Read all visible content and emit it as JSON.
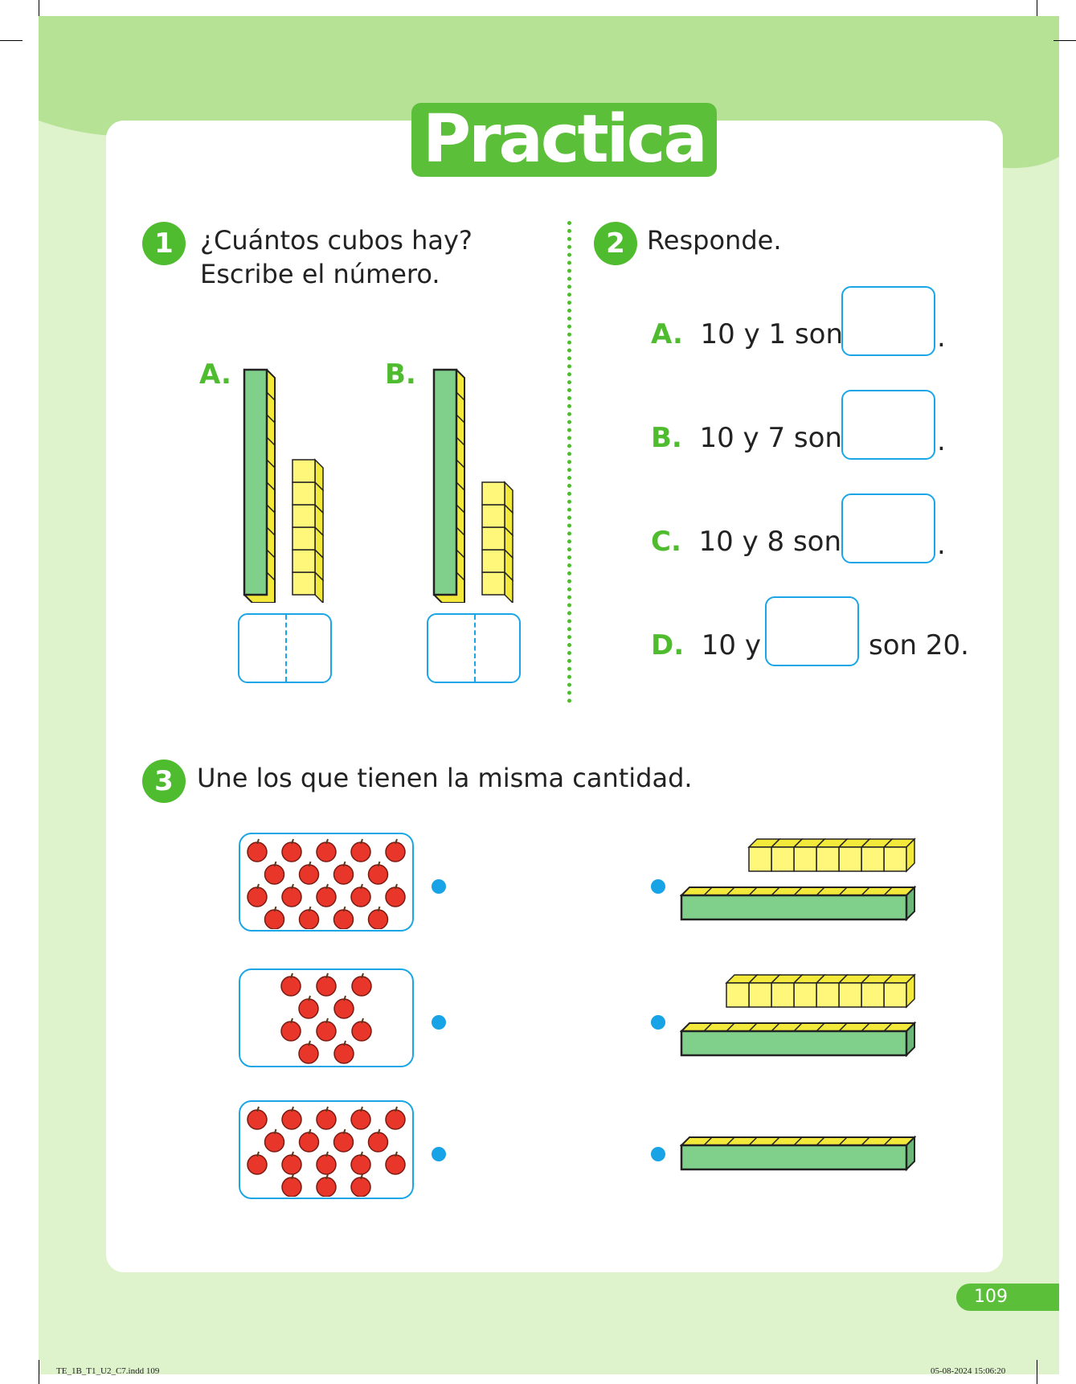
{
  "title": "Practica",
  "q1": {
    "number": "1",
    "line1": "¿Cuántos cubos hay?",
    "line2": "Escribe el número.",
    "items": [
      {
        "label": "A.",
        "tens": 1,
        "ones": 6
      },
      {
        "label": "B.",
        "tens": 1,
        "ones": 5
      }
    ]
  },
  "q2": {
    "number": "2",
    "prompt": "Responde.",
    "items": [
      {
        "label": "A.",
        "before": "10 y 1 son",
        "after": "."
      },
      {
        "label": "B.",
        "before": "10 y 7 son",
        "after": "."
      },
      {
        "label": "C.",
        "before": "10 y 8 son",
        "after": "."
      },
      {
        "label": "D.",
        "before": "10 y",
        "after": "son 20."
      }
    ]
  },
  "q3": {
    "number": "3",
    "prompt": "Une los que tienen la misma cantidad.",
    "apple_groups": [
      18,
      10,
      17
    ],
    "blocks": [
      {
        "tens": 1,
        "ones": 7
      },
      {
        "tens": 1,
        "ones": 8
      },
      {
        "tens": 1,
        "ones": 0
      }
    ]
  },
  "page_number": "109",
  "slug_left": "TE_1B_T1_U2_C7.indd   109",
  "slug_right": "05-08-2024   15:06:20",
  "colors": {
    "green": "#4fbc2f",
    "light_green": "#def2cc",
    "band_green": "#b6e295",
    "blue": "#1aa6e6",
    "rod_green": "#80d08c",
    "cube_yellow": "#fff77a"
  }
}
